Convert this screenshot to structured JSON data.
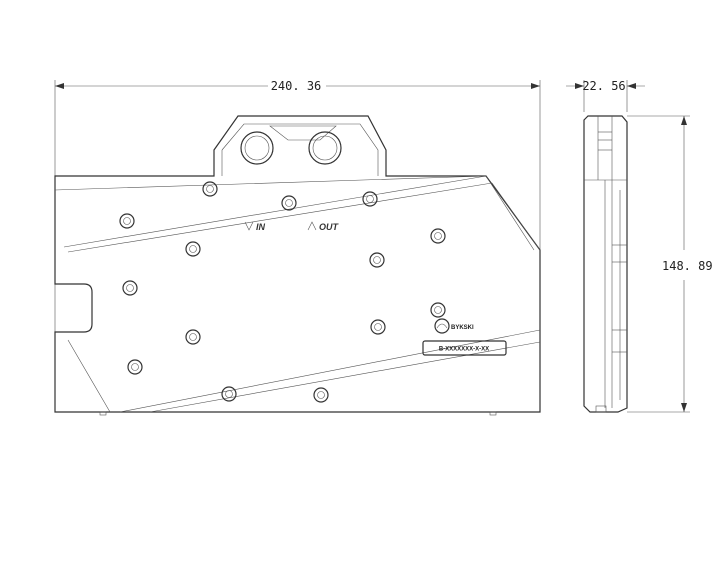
{
  "dimensions": {
    "width": "240. 36",
    "thickness": "22. 56",
    "height": "148. 89"
  },
  "ports": {
    "in_label": "IN",
    "out_label": "OUT"
  },
  "branding": {
    "logo_text": "BYKSKI",
    "model_plate": "B-XXXXXXX-X-XX"
  },
  "colors": {
    "line": "#333333",
    "background": "#ffffff"
  }
}
